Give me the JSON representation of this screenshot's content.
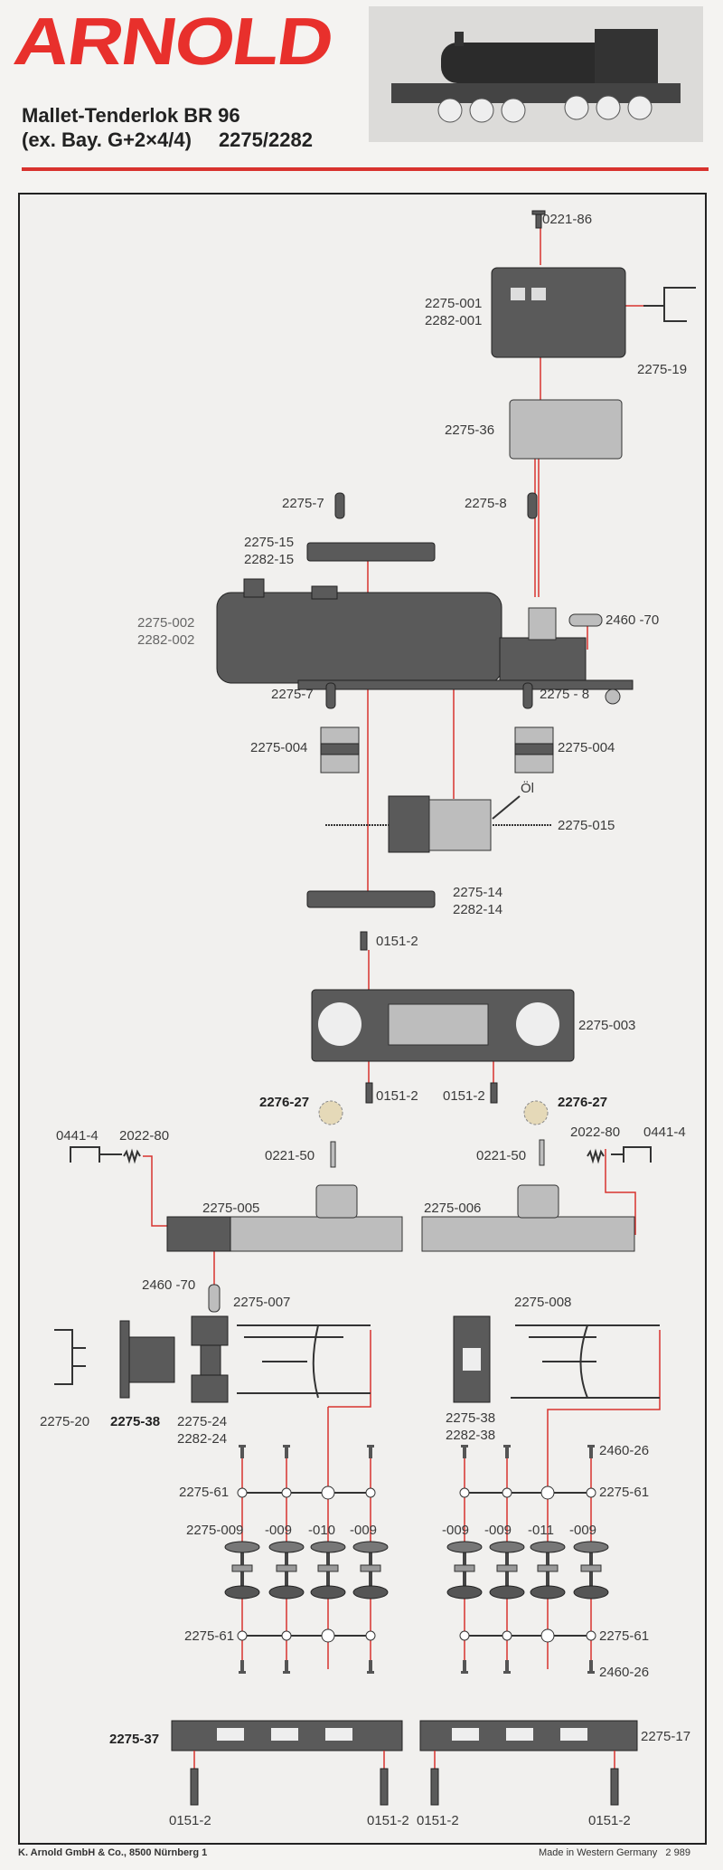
{
  "header": {
    "logo": "ARNOLD",
    "title_line1": "Mallet-Tenderlok BR 96",
    "title_line2": "(ex. Bay. G+2×4/4)",
    "model": "2275/2282"
  },
  "colors": {
    "brand_red": "#e8302c",
    "leader_line": "#d8322e"
  },
  "labels": [
    "0221-86",
    "2275-001",
    "2282-001",
    "2275-19",
    "2275-36",
    "2275-7",
    "2275-8",
    "2275-15",
    "2282-15",
    "2275-002",
    "2282-002",
    "2460 -70",
    "2275-7",
    "2275 - 8",
    "2275-004",
    "2275-004",
    "Öl",
    "2275-015",
    "2275-14",
    "2282-14",
    "0151-2",
    "2275-003",
    "2276-27",
    "0151-2",
    "0151-2",
    "2276-27",
    "0441-4",
    "2022-80",
    "0221-50",
    "0221-50",
    "2022-80",
    "0441-4",
    "2275-005",
    "2275-006",
    "2460 -70",
    "2275-007",
    "2275-008",
    "2275-20",
    "2275-38",
    "2275-24",
    "2282-24",
    "2275-38",
    "2282-38",
    "2460-26",
    "2275-61",
    "2275-61",
    "2275-009",
    "-009",
    "-010",
    "-009",
    "-009",
    "-009",
    "-011",
    "-009",
    "2275-61",
    "2275-61",
    "2460-26",
    "2275-37",
    "2275-17",
    "0151-2",
    "0151-2",
    "0151-2",
    "0151-2"
  ],
  "footer": {
    "left": "K. Arnold GmbH & Co., 8500 Nürnberg 1",
    "right": "Made in Western Germany   2 989"
  }
}
